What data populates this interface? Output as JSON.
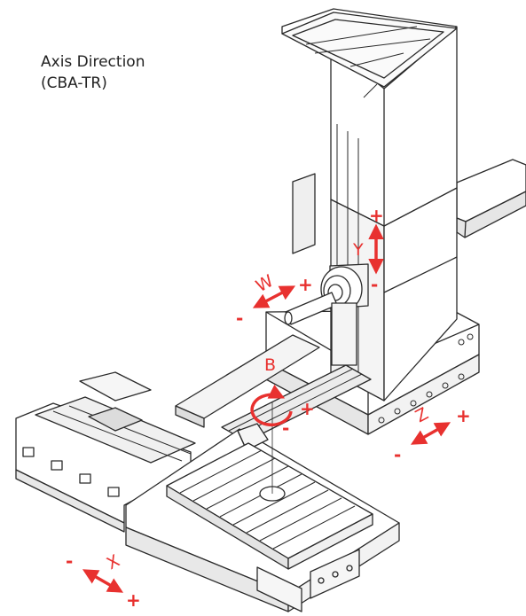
{
  "title": {
    "line1": "Axis Direction",
    "line2": "(CBA-TR)"
  },
  "colors": {
    "axis_red": "#e8312f",
    "line": "#2a2a2a",
    "shade": "#bdbdbd",
    "fill": "#ffffff"
  },
  "axes": {
    "w": {
      "label": "W",
      "plus": "+",
      "minus": "-"
    },
    "y": {
      "label": "Y",
      "plus": "+",
      "minus": "-"
    },
    "b": {
      "label": "B",
      "plus": "+",
      "minus": "-"
    },
    "z": {
      "label": "Z",
      "plus": "+",
      "minus": "-"
    },
    "x": {
      "label": "X",
      "plus": "+",
      "minus": "-"
    }
  }
}
